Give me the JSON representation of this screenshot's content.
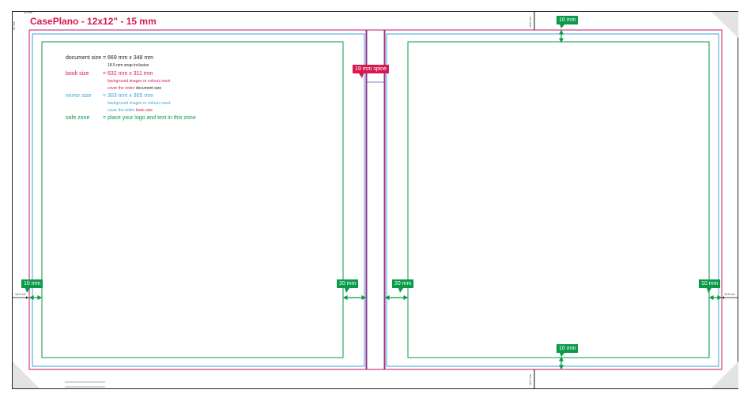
{
  "title": "CasePlano - 12x12\" - 15 mm",
  "top_left_label": "30 mm",
  "bleed_label": "18.5 mm",
  "legend": {
    "document_label": "document size",
    "document_value": "= 669 mm x 348 mm",
    "document_note": "18.5 mm wrap inclusive",
    "book_label": "book size",
    "book_value": "= 632 mm x 311 mm",
    "book_note_1": "background images or colours must",
    "book_note_2_pre": "cover the entire",
    "book_note_2_post": "document size",
    "mirror_label": "mirror size",
    "mirror_value": "= 303 mm x 305 mm",
    "mirror_note_1": "background images or colours must",
    "mirror_note_2_pre": "cover the entire",
    "mirror_note_2_post": "book size",
    "safe_label": "safe zone",
    "safe_value": "= place your logo and text in this zone"
  },
  "tags": {
    "top": "10 mm",
    "bottom": "10 mm",
    "left_outer": "10 mm",
    "right_outer": "10 mm",
    "left_spine": "20 mm",
    "right_spine": "20 mm",
    "spine": "19 mm spine"
  },
  "colors": {
    "book": "#c2176b",
    "mirror": "#3aa6d8",
    "safe": "#0a9a4a",
    "spine": "#6a4fb0",
    "accent": "#d7194f"
  }
}
